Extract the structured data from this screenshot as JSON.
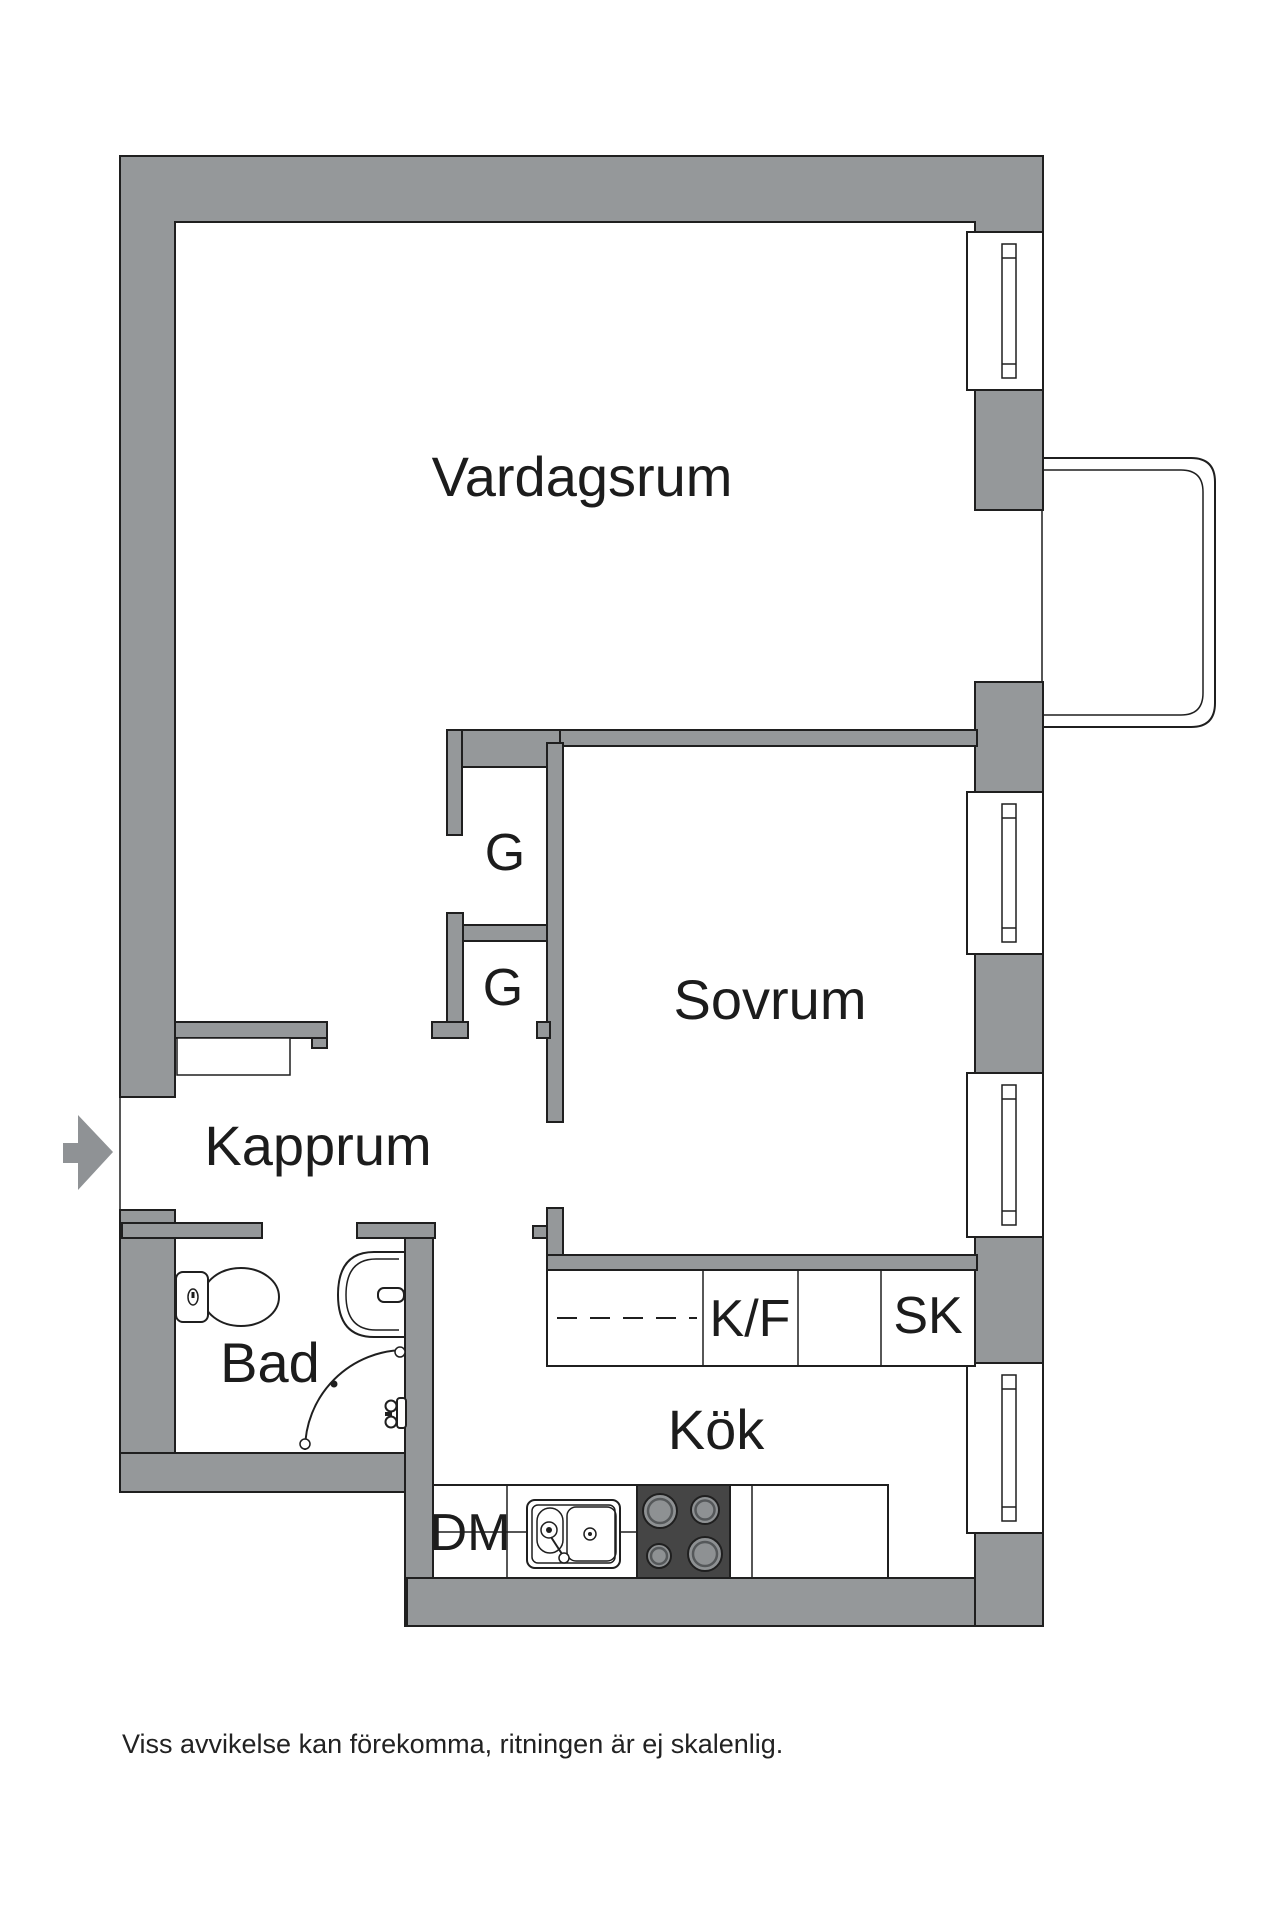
{
  "floorplan": {
    "labels": {
      "living_room": "Vardagsrum",
      "bedroom": "Sovrum",
      "hallway": "Kapprum",
      "bathroom": "Bad",
      "kitchen": "Kök",
      "wardrobe_1": "G",
      "wardrobe_2": "G",
      "fridge_freezer": "K/F",
      "tall_cabinet": "SK",
      "dishwasher": "DM"
    },
    "disclaimer": "Viss avvikelse kan förekomma, ritningen är ej skalenlig.",
    "colors": {
      "wall": "#95989a",
      "line": "#1f1f1f",
      "stove": "#454545",
      "burner": "#8e9193",
      "arrow": "#8f9295",
      "background": "#ffffff",
      "text": "#1c1c1c"
    }
  }
}
